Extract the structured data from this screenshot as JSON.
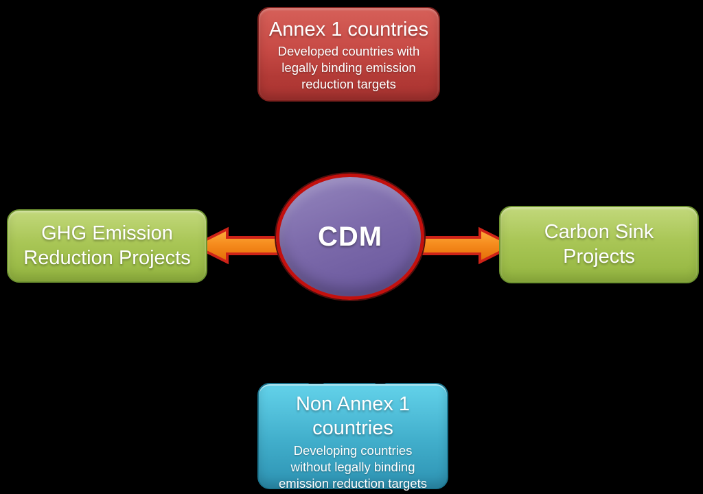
{
  "diagram": {
    "background_color": "#000000",
    "center_node": {
      "label": "CDM",
      "fill_top": "#9587BE",
      "fill_bottom": "#66549A",
      "border_color": "#C3100D"
    },
    "nodes": [
      {
        "id": "annex1",
        "title": "Annex 1 countries",
        "description": "Developed countries with\nlegally binding emission\nreduction targets",
        "fill_top": "#D66059",
        "fill_bottom": "#AC3431",
        "text_color": "#FFFFFF"
      },
      {
        "id": "ghg-emission-reduction",
        "title": "GHG Emission\nReduction Projects",
        "description": "",
        "fill_top": "#C2D87B",
        "fill_bottom": "#93B53F",
        "text_color": "#FFFFFF"
      },
      {
        "id": "carbon-sink",
        "title": "Carbon Sink\nProjects",
        "description": "",
        "fill_top": "#C2D87B",
        "fill_bottom": "#93B53F",
        "text_color": "#FFFFFF"
      },
      {
        "id": "non-annex1",
        "title": "Non Annex 1\ncountries",
        "description": "Developing countries\nwithout legally binding\nemission reduction targets",
        "fill_top": "#63D2EA",
        "fill_bottom": "#2D92B2",
        "text_color": "#FFFFFF"
      }
    ],
    "arrows": {
      "fill_top": "#FCAE3E",
      "fill_bottom": "#E26B05",
      "border_color": "#CE2318",
      "directions": [
        "left",
        "right"
      ]
    }
  }
}
